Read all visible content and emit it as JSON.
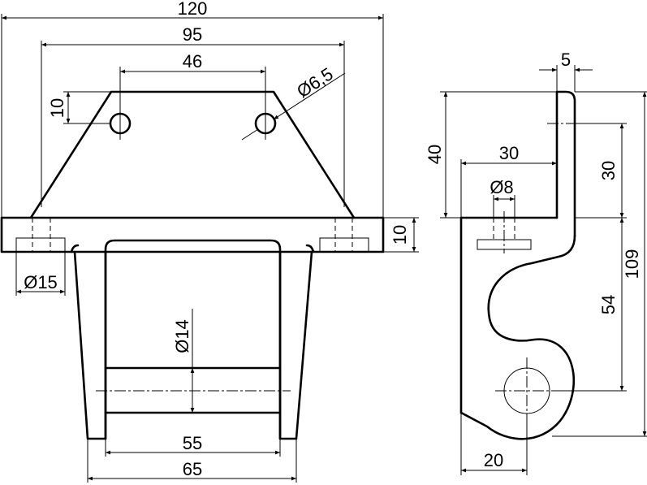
{
  "dimensions": {
    "front_width_120": "120",
    "front_width_95": "95",
    "hole_spacing_46": "46",
    "hole_diameter": "Ø6,5",
    "hole_offset_10": "10",
    "flange_thickness_10": "10",
    "counterbore_diameter": "Ø15",
    "pin_diameter": "Ø14",
    "inner_width_55": "55",
    "base_width_65": "65",
    "side_thickness_5": "5",
    "side_height_40": "40",
    "side_depth_30": "30",
    "side_height_30": "30",
    "side_hole_diameter": "Ø8",
    "overall_height_109": "109",
    "lower_height_54": "54",
    "hook_width_20": "20"
  }
}
